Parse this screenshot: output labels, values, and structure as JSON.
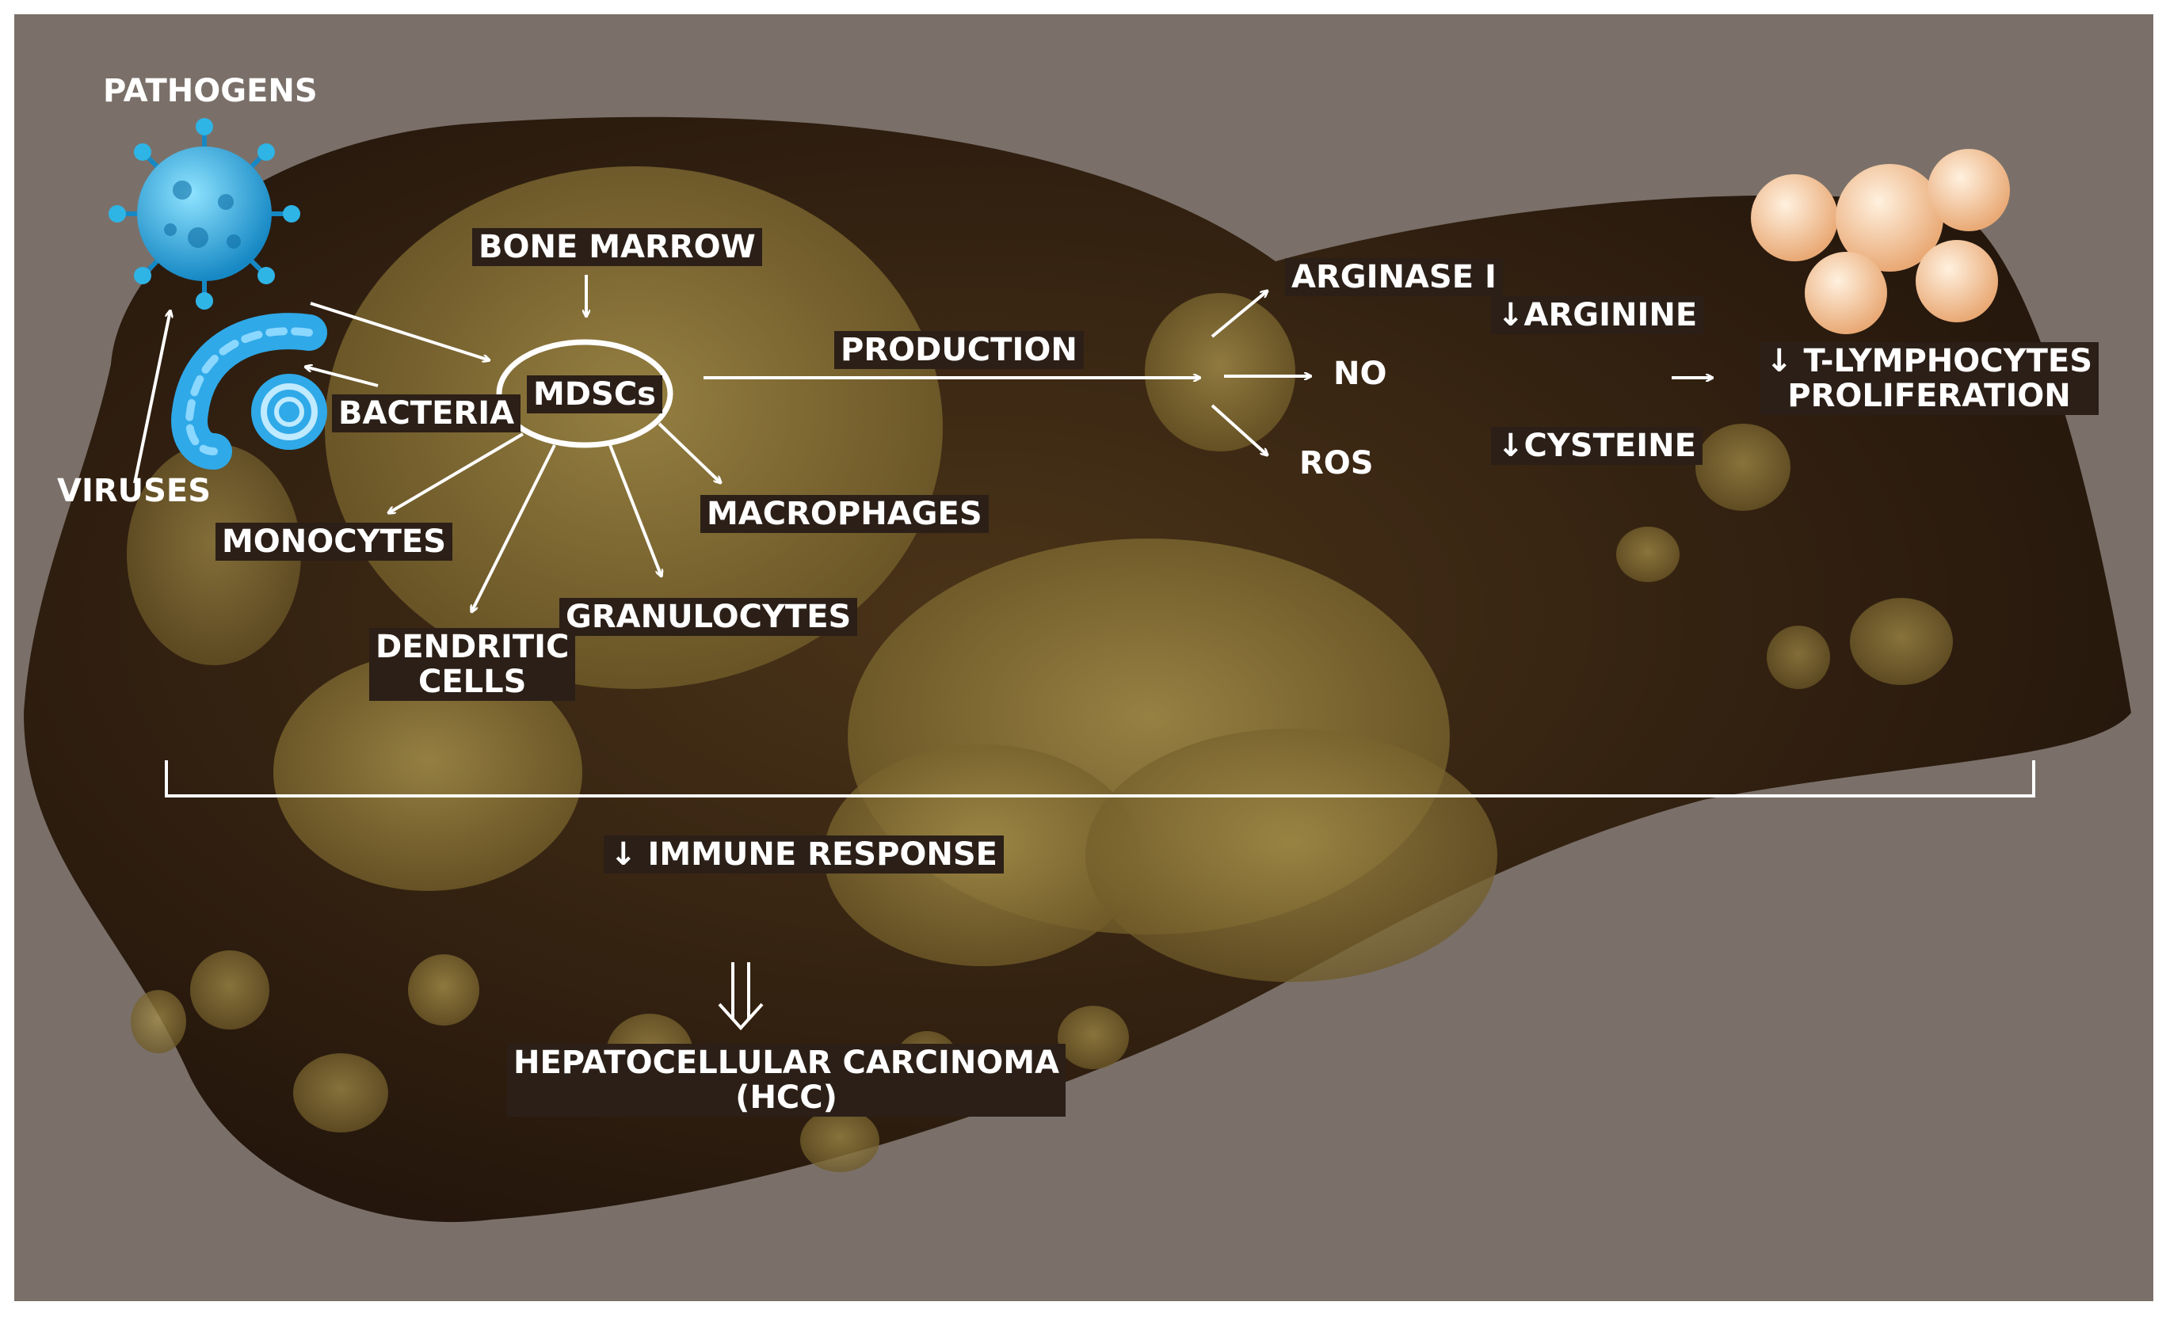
{
  "labels": {
    "pathogens": "PATHOGENS",
    "bacteria": "BACTERIA",
    "viruses": "VIRUSES",
    "bone_marrow": "BONE MARROW",
    "mdscs": "MDSCs",
    "production": "PRODUCTION",
    "monocytes": "MONOCYTES",
    "macrophages": "MACROPHAGES",
    "granulocytes": "GRANULOCYTES",
    "dendritic_line1": "DENDRITIC",
    "dendritic_line2": "CELLS",
    "arginase": "ARGINASE I",
    "no": "NO",
    "ros": "ROS",
    "arginine": "↓ARGININE",
    "cysteine": "↓CYSTEINE",
    "tlymph_line1": "↓ T-LYMPHOCYTES",
    "tlymph_line2": "PROLIFERATION",
    "immune_response": "↓ IMMUNE RESPONSE",
    "hcc_line1": "HEPATOCELLULAR CARCINOMA",
    "hcc_line2": "(HCC)"
  },
  "colors": {
    "background": "#7a7069",
    "liver_dark": "#2f1e12",
    "liver_mid": "#4a3318",
    "nodule": "#8f7b3a",
    "arrow": "#ffffff",
    "label_box": "#2b1f17",
    "pathogen_blue": "#2fb4e6",
    "lymphocyte": "#f2c9a0"
  },
  "icons": {
    "virus": "virus-icon",
    "bacteria": "bacteria-icon",
    "lymphocytes": "lymphocyte-cluster-icon"
  }
}
